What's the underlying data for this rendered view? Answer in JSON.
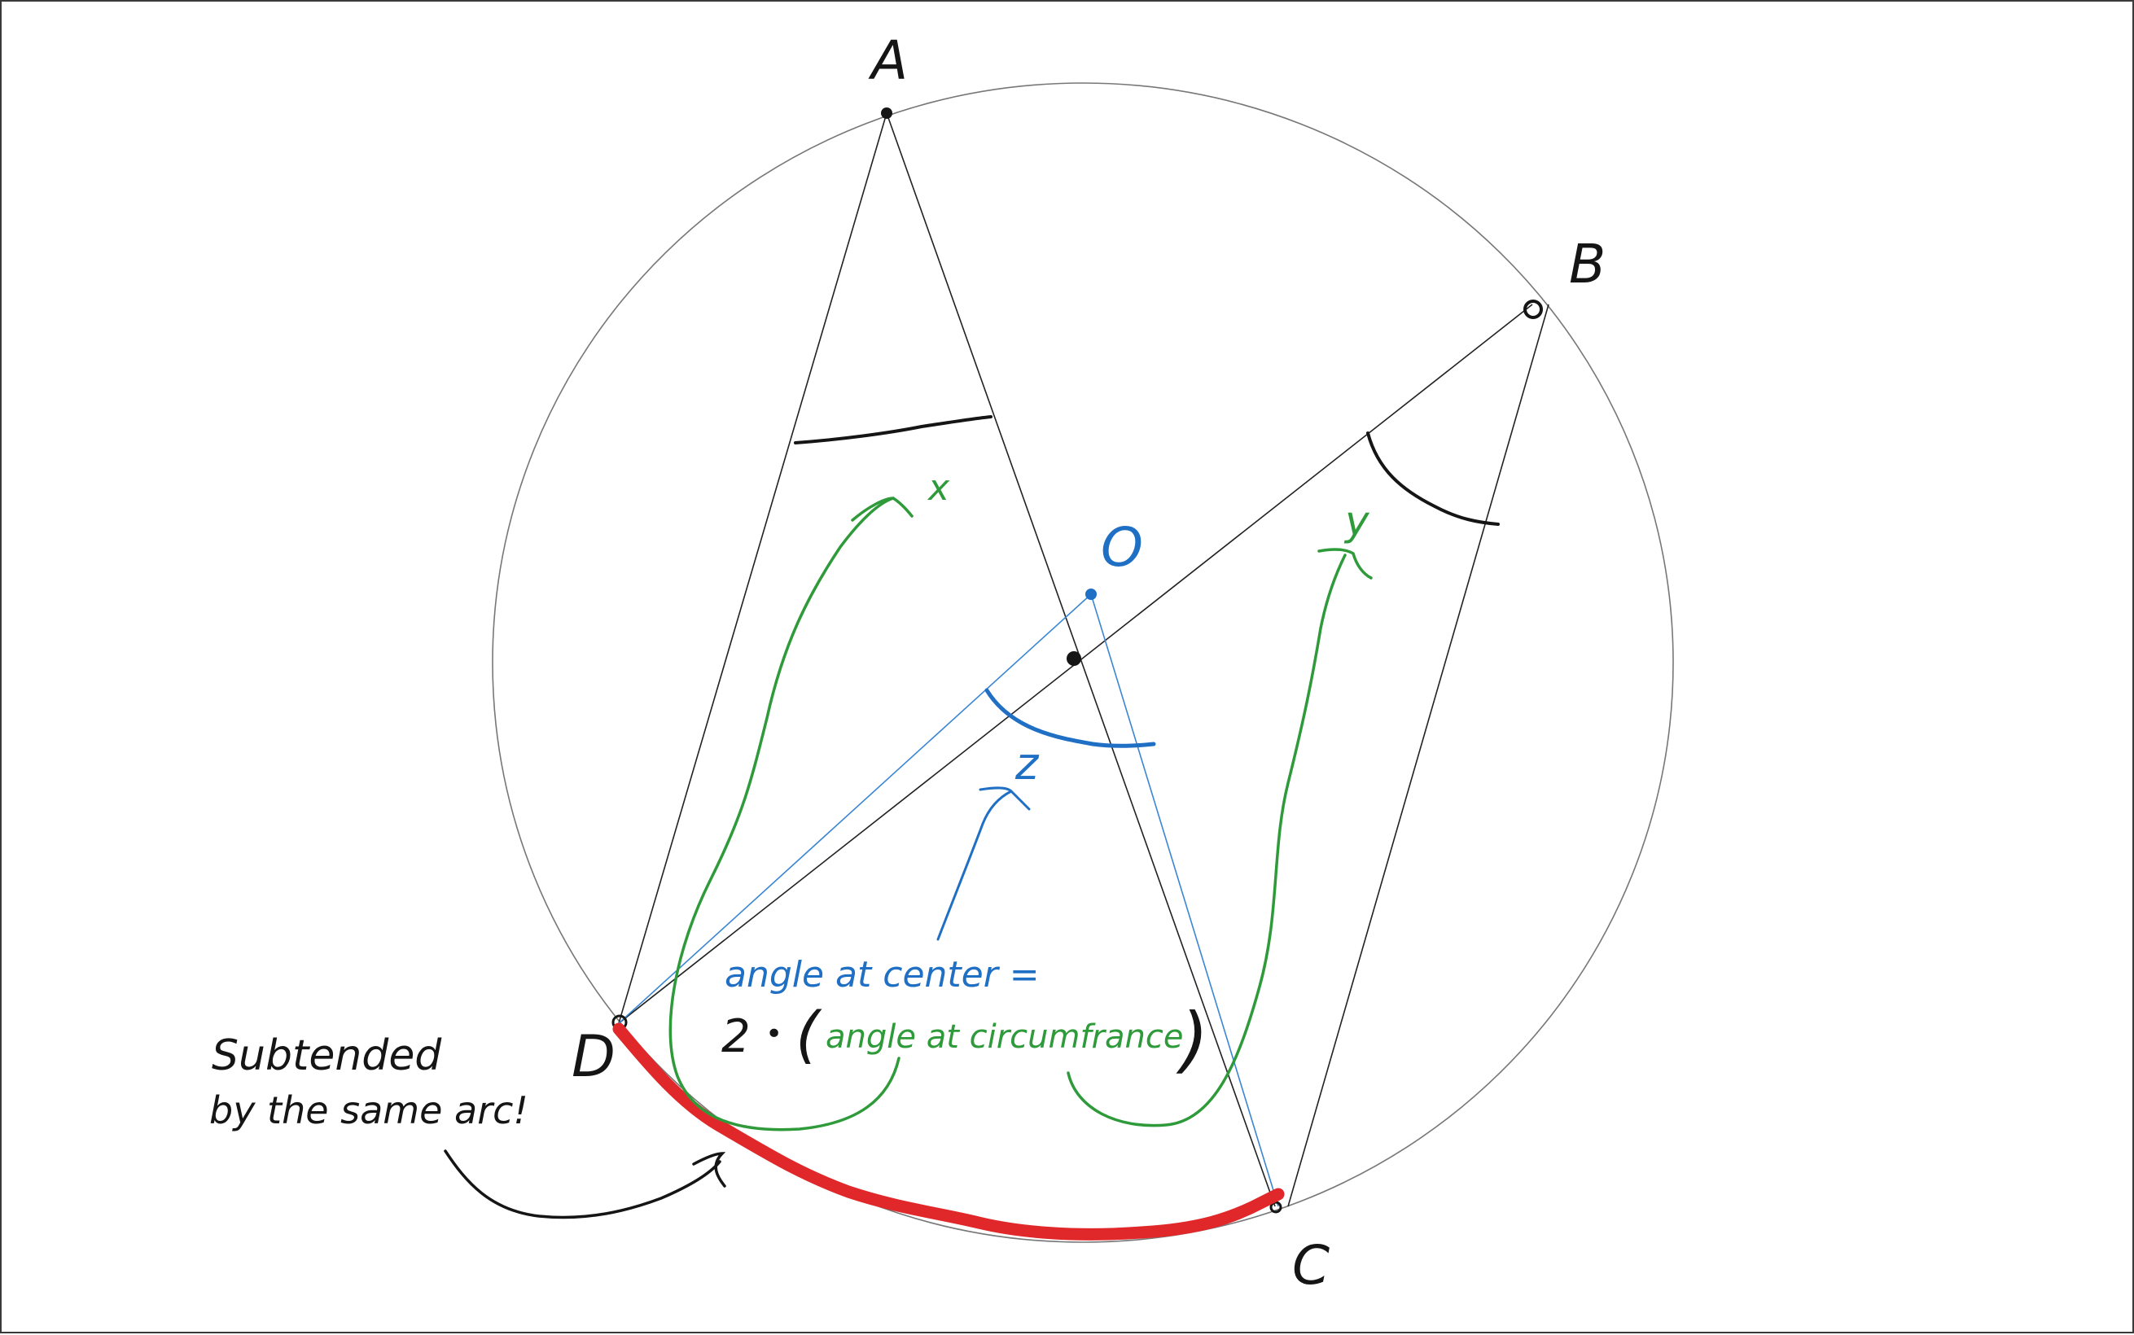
{
  "points": {
    "A": "A",
    "B": "B",
    "C": "C",
    "D": "D",
    "O": "O"
  },
  "angles": {
    "x": "x",
    "y": "y",
    "z": "z"
  },
  "notes": {
    "theorem_line1": "angle at center =",
    "theorem_multiplier": "2",
    "theorem_dot": "•",
    "theorem_open_paren": "(",
    "theorem_line2": "angle at circumfrance",
    "theorem_close_paren": ")",
    "arc_note_line1": "Subtended",
    "arc_note_line2": "by the same arc!"
  },
  "colors": {
    "ink": "#151515",
    "construction": "#555555",
    "center_ink": "#1f6fc4",
    "highlight_ink": "#2e9a3a",
    "arc_highlight": "#e0282a"
  }
}
